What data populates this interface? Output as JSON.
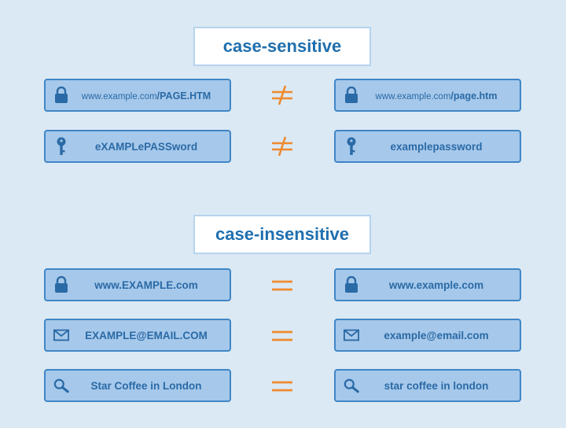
{
  "colors": {
    "background": "#dbe9f4",
    "box_fill": "#a6c8ea",
    "box_border": "#3f86c6",
    "text": "#2a6aa6",
    "operator": "#ef8a2e"
  },
  "sensitive": {
    "title": "case-sensitive",
    "rows": [
      {
        "icon": "lock-icon",
        "left": {
          "prefix": "www.example.com",
          "suffix": "/PAGE.HTM"
        },
        "operator": "≠",
        "right": {
          "prefix": "www.example.com",
          "suffix": "/page.htm"
        }
      },
      {
        "icon": "key-icon",
        "left": {
          "text": "eXAMPLePASSword"
        },
        "operator": "≠",
        "right": {
          "text": "examplepassword"
        }
      }
    ]
  },
  "insensitive": {
    "title": "case-insensitive",
    "rows": [
      {
        "icon": "lock-icon",
        "left": {
          "text": "www.EXAMPLE.com"
        },
        "operator": "=",
        "right": {
          "text": "www.example.com"
        }
      },
      {
        "icon": "envelope-icon",
        "left": {
          "text": "EXAMPLE@EMAIL.COM"
        },
        "operator": "=",
        "right": {
          "text": "example@email.com"
        }
      },
      {
        "icon": "magnifier-icon",
        "left": {
          "text": "Star Coffee in London"
        },
        "operator": "=",
        "right": {
          "text": "star coffee in london"
        }
      }
    ]
  }
}
